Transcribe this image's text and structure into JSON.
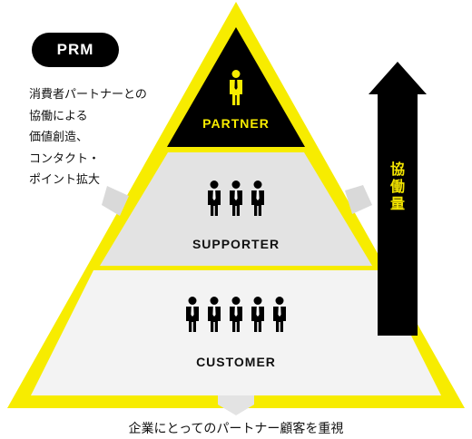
{
  "prm": {
    "badge": "PRM",
    "description_lines": [
      "消費者パートナーとの",
      "協働による",
      "価値創造、",
      "コンタクト・",
      "ポイント拡大"
    ]
  },
  "tiers": {
    "partner": {
      "label": "PARTNER",
      "people": 1
    },
    "supporter": {
      "label": "SUPPORTER",
      "people": 3
    },
    "customer": {
      "label": "CUSTOMER",
      "people": 5
    }
  },
  "arrow": {
    "label": "協働量"
  },
  "caption": "企業にとってのパートナー顧客を重視",
  "colors": {
    "accent_yellow": "#f7ec00",
    "black": "#000000",
    "supporter_fill": "#e3e3e3",
    "customer_fill": "#f3f3f3",
    "label_yellow": "#f3e500"
  },
  "icons": [
    "person-icon"
  ]
}
